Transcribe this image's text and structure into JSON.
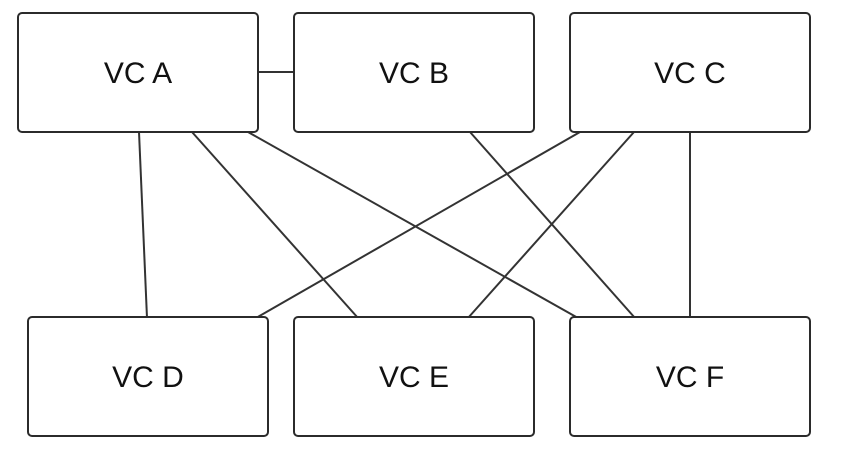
{
  "diagram": {
    "nodes": [
      {
        "id": "a",
        "label": "VC A"
      },
      {
        "id": "b",
        "label": "VC B"
      },
      {
        "id": "c",
        "label": "VC C"
      },
      {
        "id": "d",
        "label": "VC D"
      },
      {
        "id": "e",
        "label": "VC E"
      },
      {
        "id": "f",
        "label": "VC F"
      }
    ],
    "edges": [
      {
        "from": "a",
        "to": "b"
      },
      {
        "from": "a",
        "to": "d"
      },
      {
        "from": "a",
        "to": "e"
      },
      {
        "from": "a",
        "to": "f"
      },
      {
        "from": "b",
        "to": "f"
      },
      {
        "from": "c",
        "to": "d"
      },
      {
        "from": "c",
        "to": "e"
      },
      {
        "from": "c",
        "to": "f"
      }
    ],
    "colors": {
      "stroke": "#2b2b2b",
      "text": "#111111",
      "background": "#ffffff"
    }
  }
}
